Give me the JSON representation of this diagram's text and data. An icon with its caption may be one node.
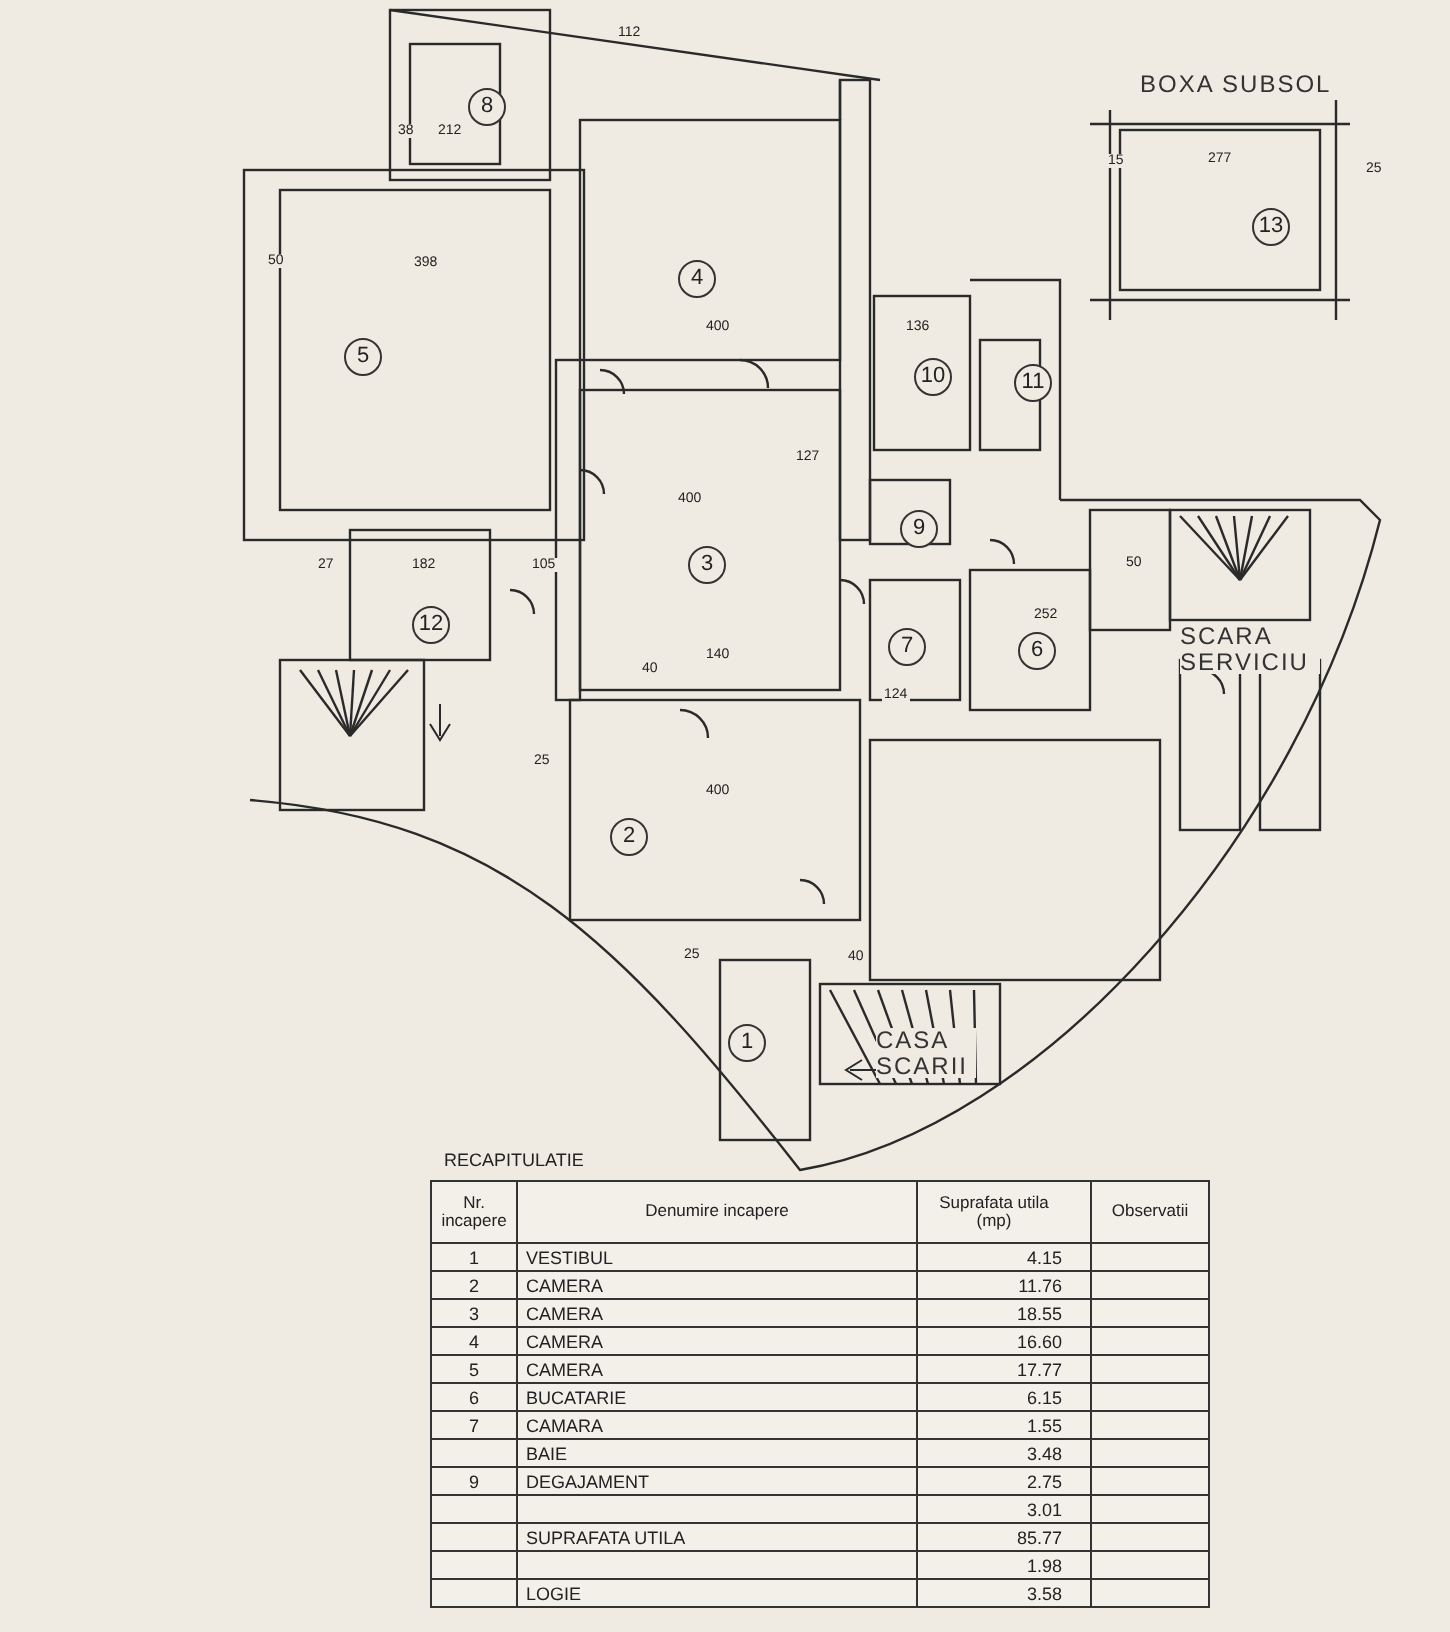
{
  "diagram": {
    "nodes": [
      {
        "text": [
          "1"
        ]
      },
      {
        "text": [
          "2"
        ]
      },
      {
        "text": [
          "3"
        ]
      },
      {
        "text": [
          "4"
        ]
      },
      {
        "text": [
          "5"
        ]
      },
      {
        "text": [
          "6"
        ]
      },
      {
        "text": [
          "7"
        ]
      },
      {
        "text": [
          "8"
        ]
      },
      {
        "text": [
          "9"
        ]
      },
      {
        "text": [
          "10"
        ]
      },
      {
        "text": [
          "11"
        ]
      },
      {
        "text": [
          "12"
        ]
      },
      {
        "text": [
          "13"
        ]
      }
    ],
    "labels": [
      "BOXA SUBSOL",
      "112",
      "38",
      "212",
      "50",
      "398",
      "400",
      "400",
      "127",
      "136",
      "27",
      "182",
      "105",
      "15",
      "277",
      "25",
      "252",
      "50",
      "124",
      "140",
      "40",
      "400",
      "25",
      "25",
      "40",
      "SCARA SERVICIU",
      "CASA SCARII",
      "RECAPITULATIE",
      "Nr. incapere",
      "Denumire incapere",
      "Suprafata utila (mp)",
      "Observatii",
      "1",
      "VESTIBUL",
      "4.15",
      "2",
      "CAMERA",
      "11.76",
      "3",
      "CAMERA",
      "18.55",
      "4",
      "CAMERA",
      "16.60",
      "5",
      "CAMERA",
      "17.77",
      "6",
      "BUCATARIE",
      "6.15",
      "7",
      "CAMARA",
      "1.55",
      "BAIE",
      "3.48",
      "9",
      "DEGAJAMENT",
      "2.75",
      "3.01",
      "SUPRAFATA UTILA",
      "85.77",
      "1.98",
      "LOGIE",
      "3.58"
    ]
  }
}
